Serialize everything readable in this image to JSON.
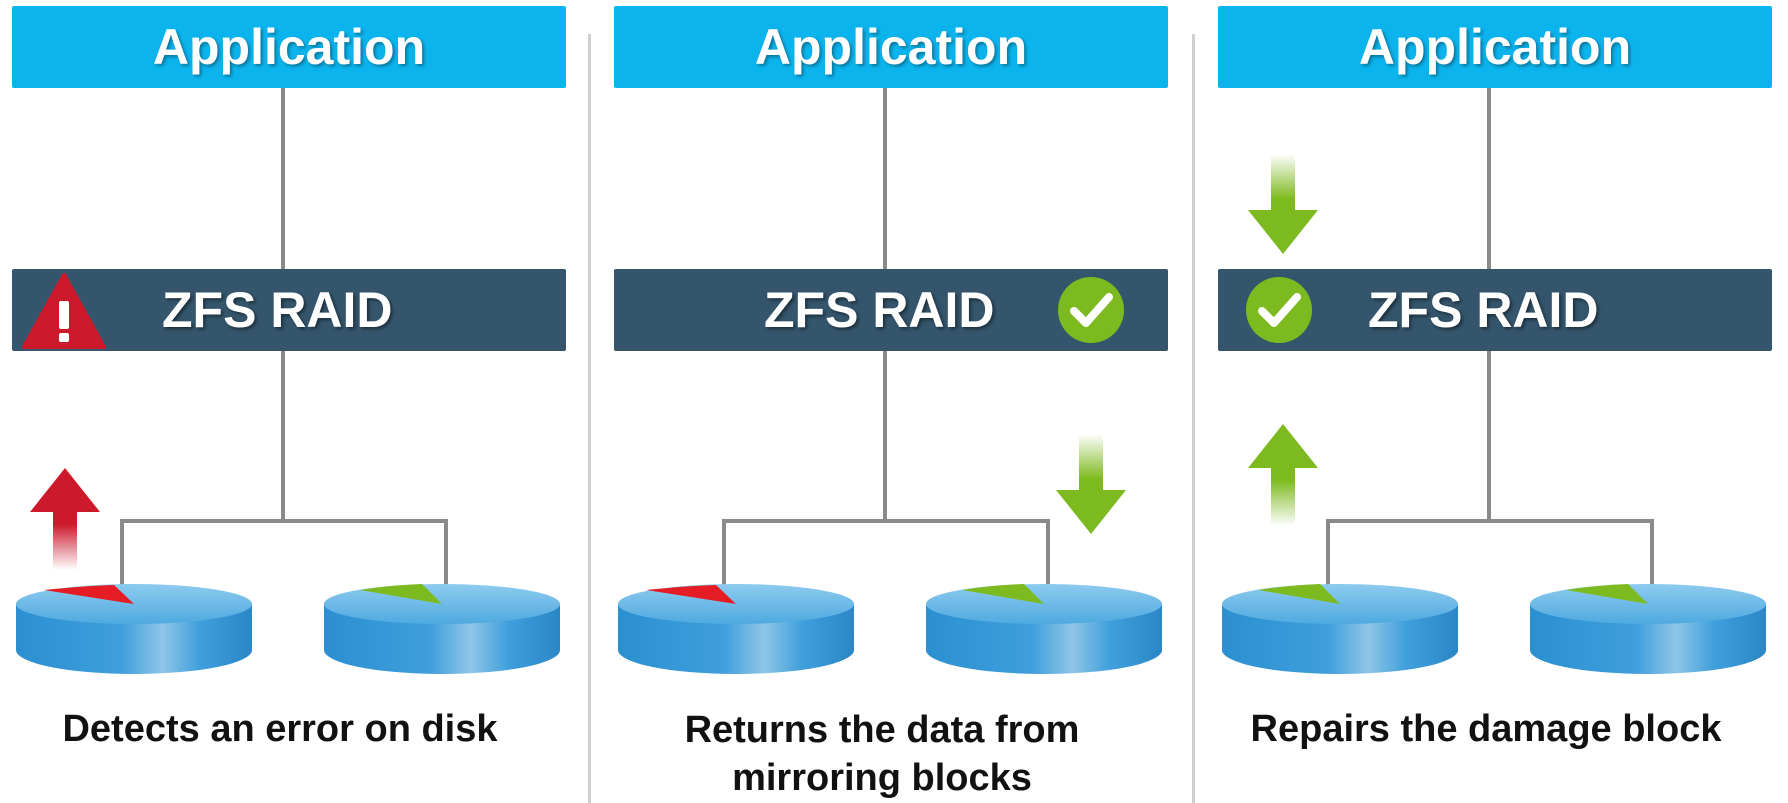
{
  "panels": [
    {
      "app_label": "Application",
      "raid_label": "ZFS RAID",
      "status": "error",
      "caption_line1": "Detects an error on disk",
      "caption_line2": ""
    },
    {
      "app_label": "Application",
      "raid_label": "ZFS RAID",
      "status": "ok",
      "caption_line1": "Returns the data from",
      "caption_line2": "mirroring blocks"
    },
    {
      "app_label": "Application",
      "raid_label": "ZFS RAID",
      "status": "ok",
      "caption_line1": "Repairs the damage block",
      "caption_line2": ""
    }
  ],
  "colors": {
    "application": "#0cb4ed",
    "raid": "#34556c",
    "error": "#cc1a2c",
    "ok": "#7dba1f",
    "disk": "#3a98d4",
    "line": "#8a8a8a"
  },
  "icons": {
    "error": "warning-triangle-icon",
    "ok": "check-circle-icon",
    "up_arrow": "arrow-up-icon",
    "down_arrow": "arrow-down-icon"
  }
}
